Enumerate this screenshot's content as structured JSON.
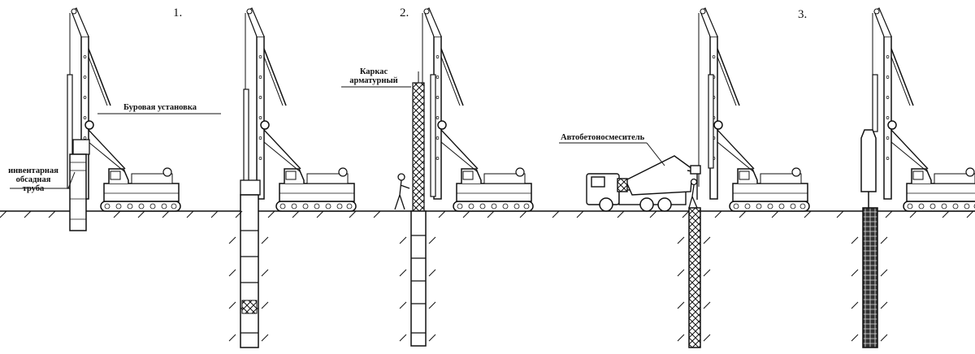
{
  "steps": [
    "1.",
    "2.",
    "3."
  ],
  "labels": {
    "drill_rig": "Буровая установка",
    "casing_line1": "инвентарная",
    "casing_line2": "обсадная",
    "casing_line3": "труба",
    "cage_line1": "Каркас",
    "cage_line2": "арматурный",
    "mixer": "Автобетоносмеситель"
  },
  "colors": {
    "ink": "#111111",
    "background": "#ffffff"
  }
}
